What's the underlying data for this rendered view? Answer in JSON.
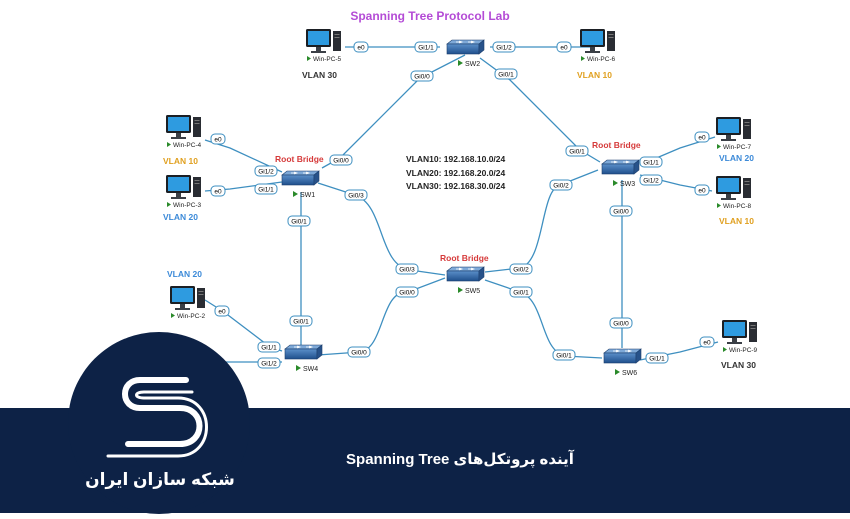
{
  "lab_title": "Spanning Tree Protocol Lab",
  "vlan_info": [
    "VLAN10: 192.168.10.0/24",
    "VLAN20: 192.168.20.0/24",
    "VLAN30: 192.168.30.0/24"
  ],
  "root_bridge_label": "Root Bridge",
  "colors": {
    "vlan10": "#e0a020",
    "vlan20": "#3c8ad8",
    "vlan30": "#333333",
    "title": "#b44bd6",
    "root": "#d63a3a",
    "footer_bg": "#0d2246"
  },
  "switches": [
    {
      "id": "sw1",
      "name": "SW1"
    },
    {
      "id": "sw2",
      "name": "SW2"
    },
    {
      "id": "sw3",
      "name": "SW3"
    },
    {
      "id": "sw4",
      "name": "SW4"
    },
    {
      "id": "sw5",
      "name": "SW5"
    },
    {
      "id": "sw6",
      "name": "SW6"
    }
  ],
  "pcs": [
    {
      "id": "pc2",
      "name": "Win-PC-2",
      "port": "e0"
    },
    {
      "id": "pc3",
      "name": "Win-PC-3",
      "port": "e0"
    },
    {
      "id": "pc4",
      "name": "Win-PC-4",
      "port": "e0"
    },
    {
      "id": "pc5",
      "name": "Win-PC-5",
      "port": "e0"
    },
    {
      "id": "pc6",
      "name": "Win-PC-6",
      "port": "e0"
    },
    {
      "id": "pc7",
      "name": "Win-PC-7",
      "port": "e0"
    },
    {
      "id": "pc8",
      "name": "Win-PC-8",
      "port": "e0"
    },
    {
      "id": "pc9",
      "name": "Win-PC-9",
      "port": "e0"
    }
  ],
  "vlan_labels": {
    "pc2": "VLAN 20",
    "pc3": "VLAN 20",
    "pc4": "VLAN 10",
    "pc5": "VLAN 30",
    "pc6": "VLAN 10",
    "pc7": "VLAN 20",
    "pc8": "VLAN 10",
    "pc9": "VLAN 30"
  },
  "ports": {
    "sw1_gi12": "Gi1/2",
    "sw1_gi11": "Gi1/1",
    "sw1_gi00": "Gi0/0",
    "sw1_gi03": "Gi0/3",
    "sw1_gi01": "Gi0/1",
    "sw2_gi11": "Gi1/1",
    "sw2_gi12": "Gi1/2",
    "sw2_gi00": "Gi0/0",
    "sw2_gi01": "Gi0/1",
    "sw3_gi01": "Gi0/1",
    "sw3_gi11": "Gi1/1",
    "sw3_gi12": "Gi1/2",
    "sw3_gi02": "Gi0/2",
    "sw3_gi00": "Gi0/0",
    "sw4_gi01": "Gi0/1",
    "sw4_gi11": "Gi1/1",
    "sw4_gi12": "Gi1/2",
    "sw4_gi00": "Gi0/0",
    "sw5_gi03": "Gi0/3",
    "sw5_gi00": "Gi0/0",
    "sw5_gi02": "Gi0/2",
    "sw5_gi01": "Gi0/1",
    "sw6_gi00": "Gi0/0",
    "sw6_gi01": "Gi0/1",
    "sw6_gi11": "Gi1/1"
  },
  "footer_title": "آینده پروتکل‌های Spanning Tree",
  "brand_name": "شبکه سازان ایران",
  "icons": {
    "play": "play-icon",
    "pc": "desktop-pc-icon",
    "switch": "network-switch-icon",
    "logo": "shabake-logo-icon"
  }
}
